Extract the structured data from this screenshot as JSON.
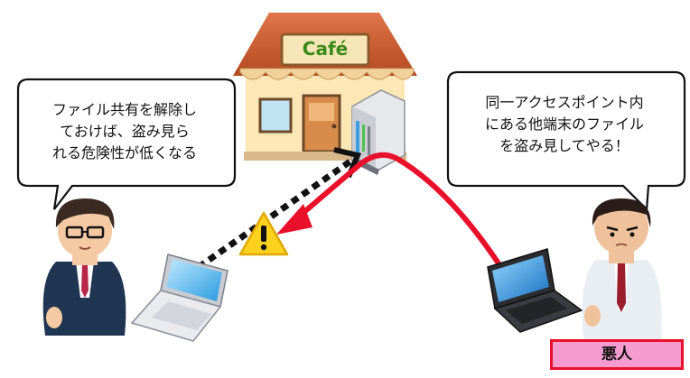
{
  "cafe": {
    "sign_text": "Café"
  },
  "left_person": {
    "speech_lines": [
      "ファイル共有を解除し",
      "ておけば、盗み見ら",
      "れる危険性が低くなる"
    ]
  },
  "right_person": {
    "speech_lines": [
      "同一アクセスポイント内",
      "にある他端末のファイル",
      "を盗み見してやる！"
    ],
    "label": "悪人"
  },
  "colors": {
    "attack_arrow": "#e8102a",
    "wifi_link": "#111111",
    "label_fill": "#f59bd0",
    "label_border": "#e8102a",
    "warning_fill": "#ffd21f"
  }
}
